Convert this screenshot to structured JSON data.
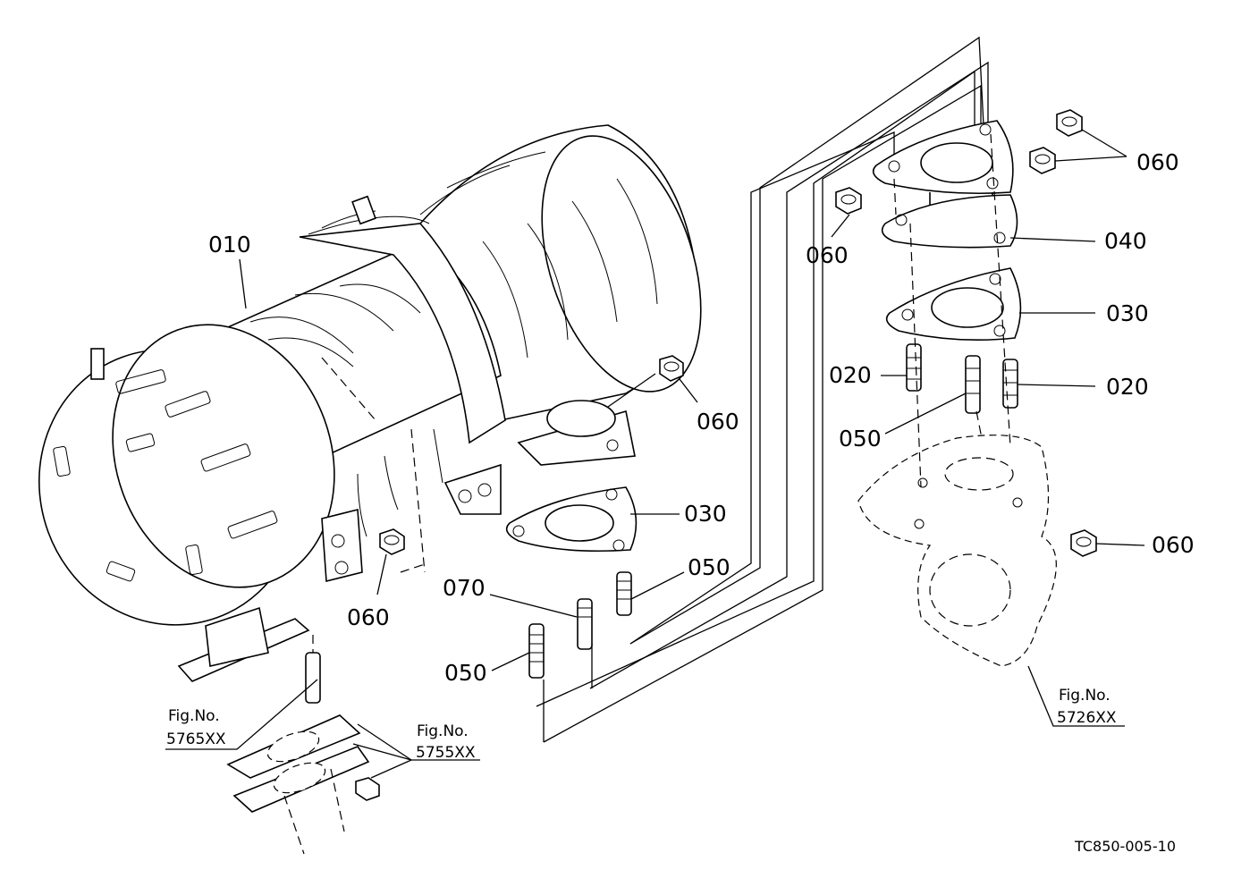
{
  "diagram": {
    "labels": {
      "p010": "010",
      "p020_a": "020",
      "p020_b": "020",
      "p030_a": "030",
      "p030_b": "030",
      "p040": "040",
      "p050_a": "050",
      "p050_b": "050",
      "p050_c": "050",
      "p060_a": "060",
      "p060_b": "060",
      "p060_c": "060",
      "p060_d": "060",
      "p060_e": "060",
      "p070": "070"
    },
    "fig_refs": {
      "fig_5765": {
        "line1": "Fig.No.",
        "line2": "5765XX"
      },
      "fig_5755": {
        "line1": "Fig.No.",
        "line2": "5755XX"
      },
      "fig_5726": {
        "line1": "Fig.No.",
        "line2": "5726XX"
      }
    },
    "drawing_code": "TC850-005-10"
  }
}
